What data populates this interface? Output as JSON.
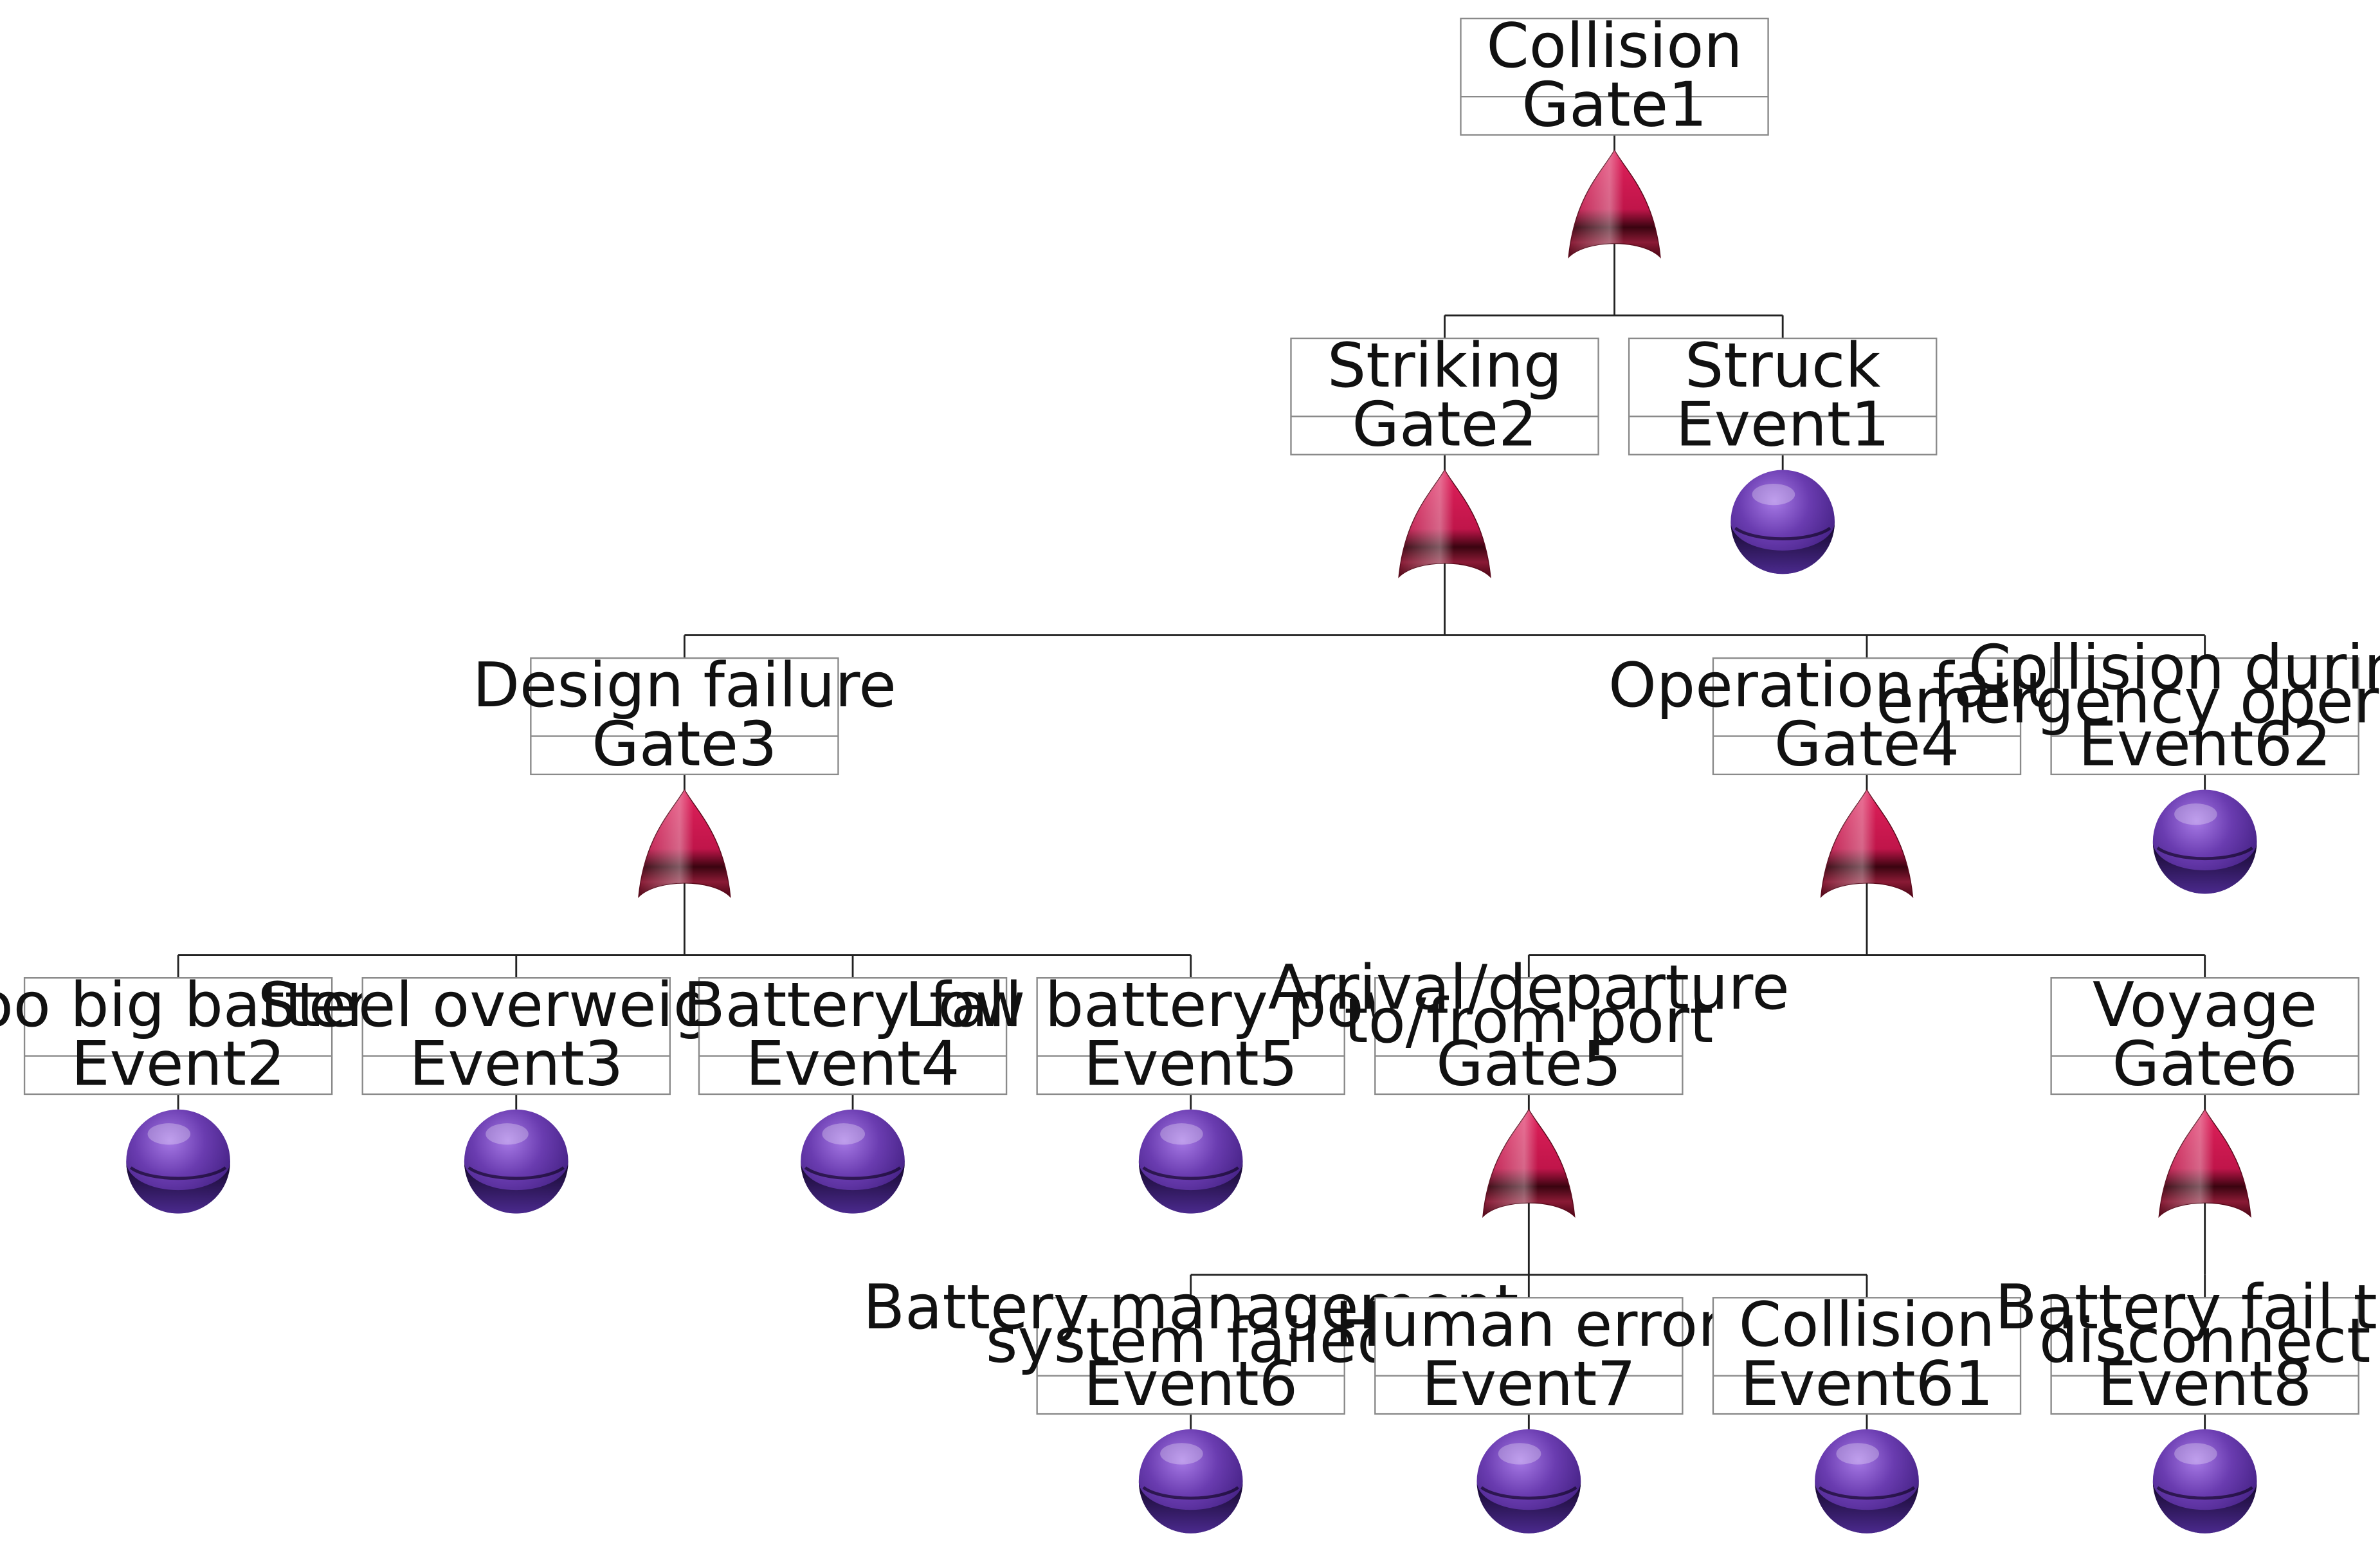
{
  "diagram": {
    "type": "fault-tree",
    "nodes": [
      {
        "id": "Gate1",
        "label": "Collision",
        "kind": "or-gate",
        "parent": null
      },
      {
        "id": "Gate2",
        "label": "Striking",
        "kind": "or-gate",
        "parent": "Gate1"
      },
      {
        "id": "Event1",
        "label": "Struck",
        "kind": "basic-event",
        "parent": "Gate1"
      },
      {
        "id": "Gate3",
        "label": "Design failure",
        "kind": "or-gate",
        "parent": "Gate2"
      },
      {
        "id": "Gate4",
        "label": "Operation failure",
        "kind": "or-gate",
        "parent": "Gate2"
      },
      {
        "id": "Event62",
        "label": "Collision during emergency operation",
        "kind": "basic-event",
        "parent": "Gate2"
      },
      {
        "id": "Event2",
        "label": "Too big battery",
        "kind": "basic-event",
        "parent": "Gate3"
      },
      {
        "id": "Event3",
        "label": "Steel overweight",
        "kind": "basic-event",
        "parent": "Gate3"
      },
      {
        "id": "Event4",
        "label": "Battery fall",
        "kind": "basic-event",
        "parent": "Gate3"
      },
      {
        "id": "Event5",
        "label": "Low battery power",
        "kind": "basic-event",
        "parent": "Gate3"
      },
      {
        "id": "Gate5",
        "label": "Arrival/departure to/from port",
        "kind": "or-gate",
        "parent": "Gate4"
      },
      {
        "id": "Gate6",
        "label": "Voyage",
        "kind": "or-gate",
        "parent": "Gate4"
      },
      {
        "id": "Event6",
        "label": "Battery management system failed",
        "kind": "basic-event",
        "parent": "Gate5"
      },
      {
        "id": "Event7",
        "label": "Human error",
        "kind": "basic-event",
        "parent": "Gate5"
      },
      {
        "id": "Event61",
        "label": "Collision",
        "kind": "basic-event",
        "parent": "Gate5"
      },
      {
        "id": "Event8",
        "label": "Battery fail to disconnect",
        "kind": "basic-event",
        "parent": "Gate6"
      }
    ]
  },
  "colors": {
    "gate": "#d01d52",
    "gate_dark": "#4a0514",
    "event": "#6a3cb0",
    "event_dark": "#1e0a3c",
    "line": "#222222",
    "box_border": "#8a8a8a"
  }
}
